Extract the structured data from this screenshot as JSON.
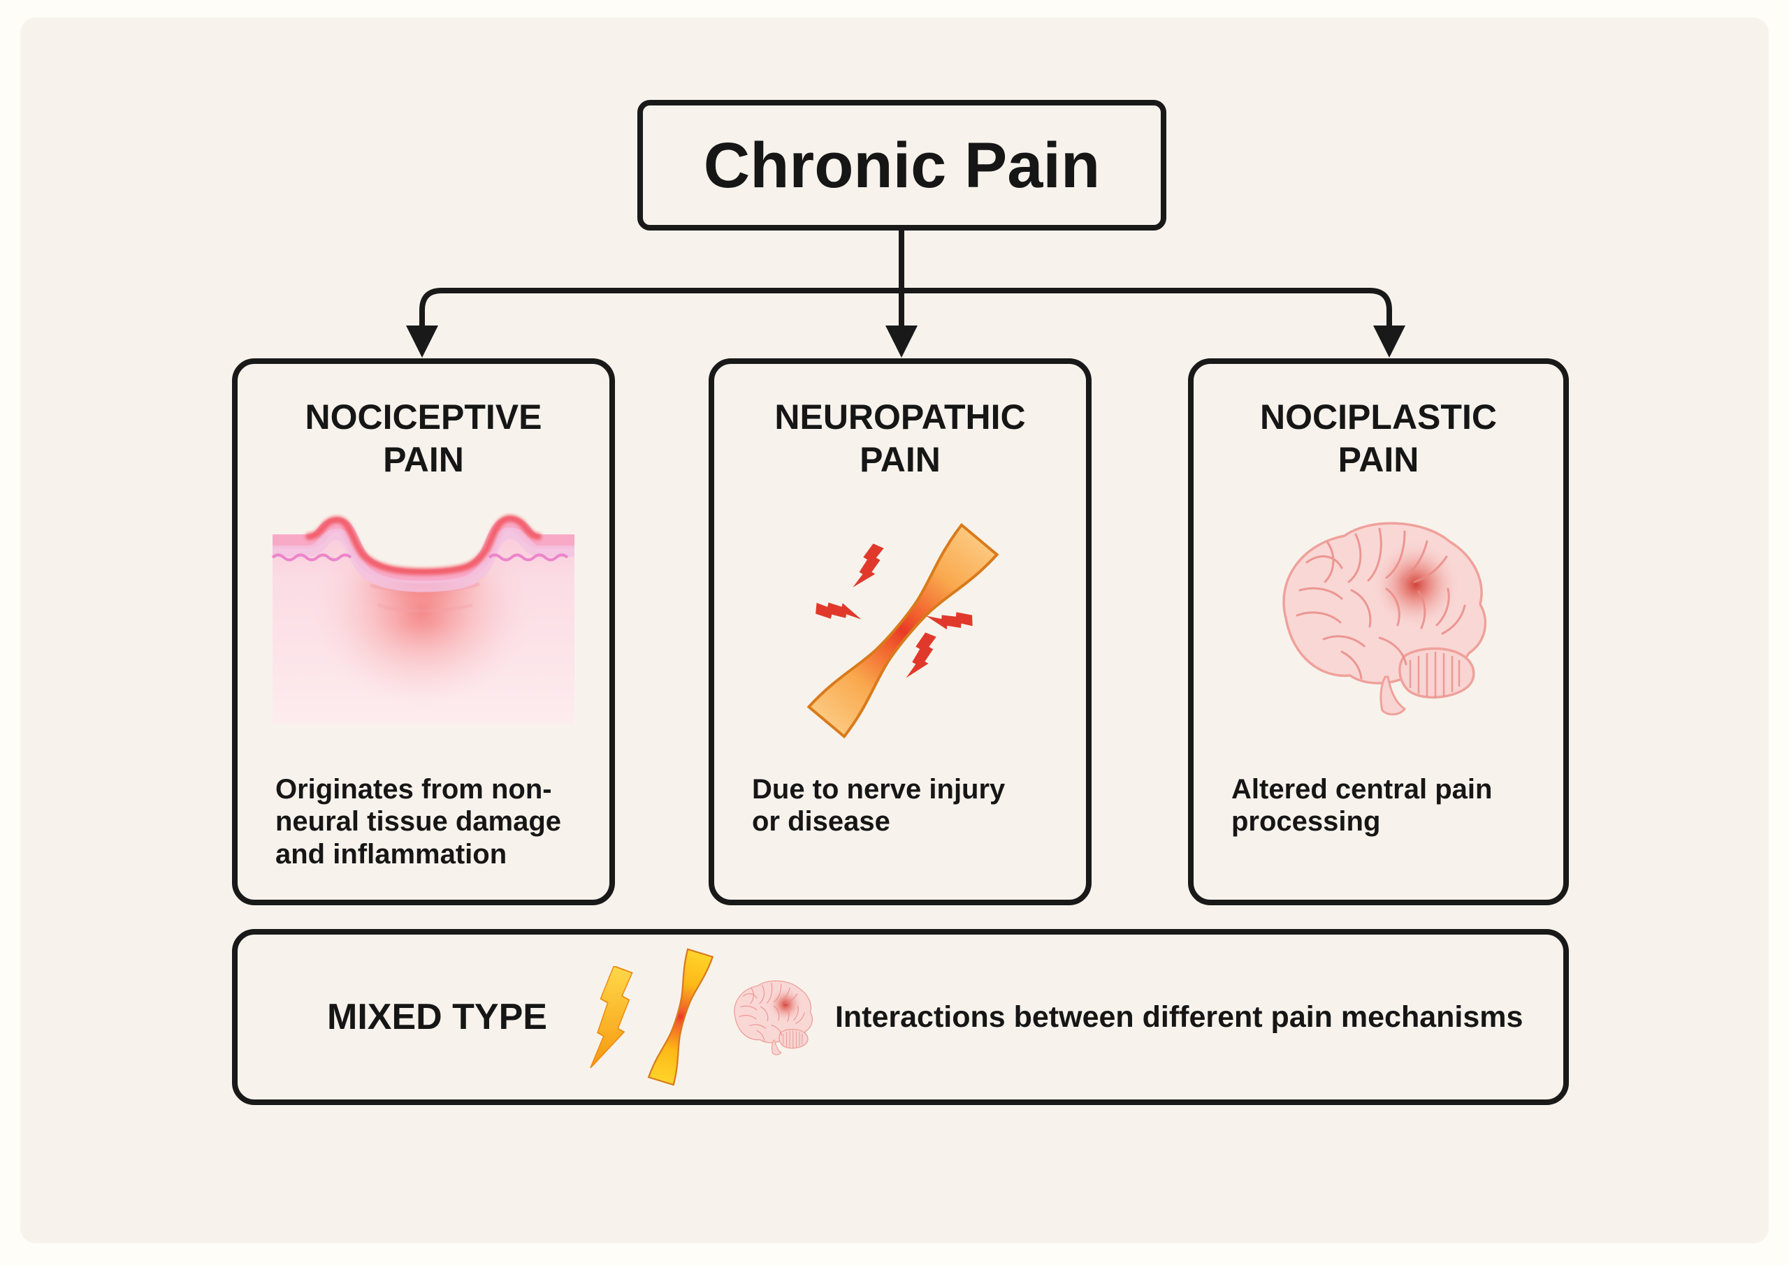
{
  "diagram": {
    "title": "Chronic Pain",
    "boxes": [
      {
        "title": "NOCICEPTIVE PAIN",
        "description": "Originates from non-neural tissue damage and inflammation",
        "icon": "tissue-damage-icon"
      },
      {
        "title": "NEUROPATHIC PAIN",
        "description": "Due to nerve injury or disease",
        "icon": "pinched-nerve-icon"
      },
      {
        "title": "NOCIPLASTIC PAIN",
        "description": "Altered central pain processing",
        "icon": "brain-icon"
      }
    ],
    "mixed": {
      "title": "MIXED TYPE",
      "description": "Interactions between different pain mechanisms",
      "icons": [
        "lightning-bolt-icon",
        "pinched-nerve-icon",
        "brain-icon"
      ]
    },
    "colors": {
      "page_background": "#fffdf8",
      "card_background": "#f7f3ec",
      "line_black": "#191919",
      "bolt_red": "#e0392b",
      "bolt_yellow": "#ffc826",
      "nerve_orange": "#f9a94e",
      "nerve_red_center": "#e93a28",
      "tissue_pink": "#f8a9c6",
      "tissue_wavy_magenta": "#ec84cb",
      "inflammation_red": "#f25864",
      "brain_pink": "#f9d7d5",
      "brain_line_rose": "#e98b86"
    }
  }
}
